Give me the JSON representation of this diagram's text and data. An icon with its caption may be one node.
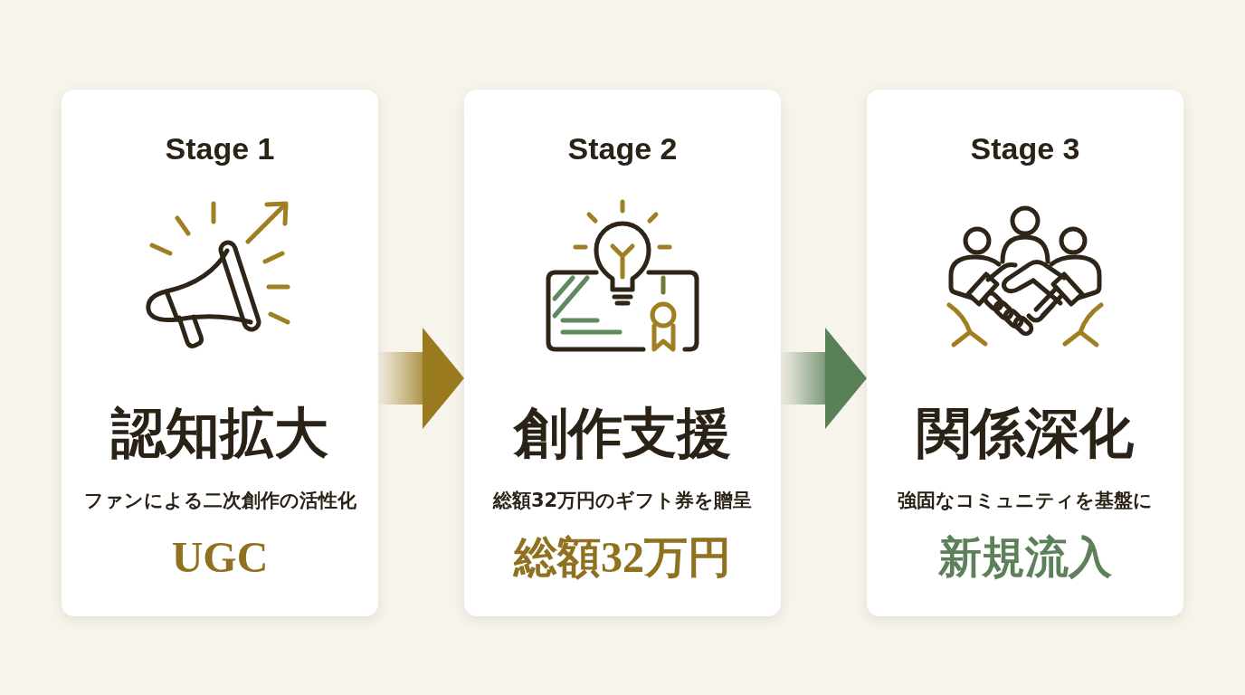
{
  "diagram": {
    "nodes": [
      {
        "text": [
          "Stage 1",
          "認知拡大",
          "ファンによる二次創作の活性化",
          "UGC"
        ]
      },
      {
        "text": [
          "Stage 2",
          "創作支援",
          "総額32万円のギフト券を贈呈",
          "総額32万円"
        ]
      },
      {
        "text": [
          "Stage 3",
          "関係深化",
          "強固なコミュニティを基盤に",
          "新規流入"
        ]
      }
    ],
    "edges": [
      {
        "from": 0,
        "to": 1,
        "arrow": "to",
        "color": "#9a7a1e"
      },
      {
        "from": 1,
        "to": 2,
        "arrow": "to",
        "color": "#5a8058"
      }
    ]
  }
}
